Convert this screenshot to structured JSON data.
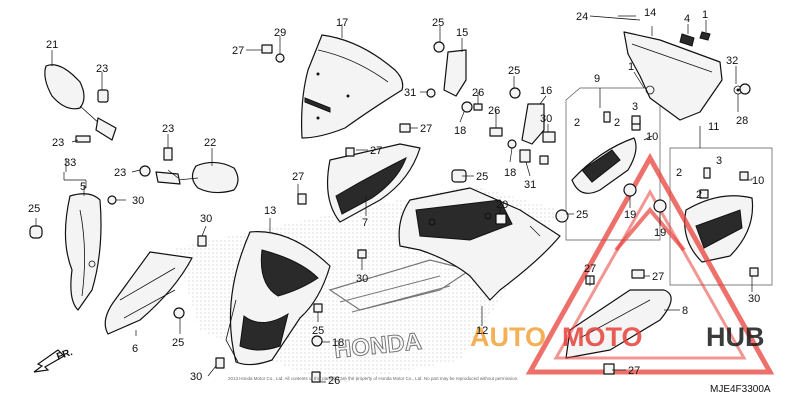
{
  "diagram": {
    "part_code": "MJE4F3300A",
    "front_label": "FR.",
    "copyright_text": "2013 Honda Motor Co., Ltd. All contents of this parts list are the property of Honda Motor Co., Ltd. No part may be reproduced without permission.",
    "watermark": {
      "text_left": "AUTO",
      "text_mid": "MOTO",
      "text_right": "HUB",
      "color_left": "#f2a33a",
      "color_mid": "#e8403a",
      "color_right": "#1a1a1a"
    },
    "brand_mark": "HONDA",
    "callouts": [
      {
        "id": "c1a",
        "label": "1"
      },
      {
        "id": "c1b",
        "label": "1"
      },
      {
        "id": "c2a",
        "label": "2"
      },
      {
        "id": "c2b",
        "label": "2"
      },
      {
        "id": "c2c",
        "label": "2"
      },
      {
        "id": "c2d",
        "label": "2"
      },
      {
        "id": "c3a",
        "label": "3"
      },
      {
        "id": "c3b",
        "label": "3"
      },
      {
        "id": "c4",
        "label": "4"
      },
      {
        "id": "c5",
        "label": "5"
      },
      {
        "id": "c6",
        "label": "6"
      },
      {
        "id": "c7",
        "label": "7"
      },
      {
        "id": "c8",
        "label": "8"
      },
      {
        "id": "c9",
        "label": "9"
      },
      {
        "id": "c10a",
        "label": "10"
      },
      {
        "id": "c10b",
        "label": "10"
      },
      {
        "id": "c11",
        "label": "11"
      },
      {
        "id": "c12",
        "label": "12"
      },
      {
        "id": "c13",
        "label": "13"
      },
      {
        "id": "c14",
        "label": "14"
      },
      {
        "id": "c15",
        "label": "15"
      },
      {
        "id": "c16",
        "label": "16"
      },
      {
        "id": "c17",
        "label": "17"
      },
      {
        "id": "c18a",
        "label": "18"
      },
      {
        "id": "c18b",
        "label": "18"
      },
      {
        "id": "c18c",
        "label": "18"
      },
      {
        "id": "c19a",
        "label": "19"
      },
      {
        "id": "c19b",
        "label": "19"
      },
      {
        "id": "c20",
        "label": "20"
      },
      {
        "id": "c21",
        "label": "21"
      },
      {
        "id": "c22",
        "label": "22"
      },
      {
        "id": "c23a",
        "label": "23"
      },
      {
        "id": "c23b",
        "label": "23"
      },
      {
        "id": "c23c",
        "label": "23"
      },
      {
        "id": "c23d",
        "label": "23"
      },
      {
        "id": "c24",
        "label": "24"
      },
      {
        "id": "c25a",
        "label": "25"
      },
      {
        "id": "c25b",
        "label": "25"
      },
      {
        "id": "c25c",
        "label": "25"
      },
      {
        "id": "c25d",
        "label": "25"
      },
      {
        "id": "c25e",
        "label": "25"
      },
      {
        "id": "c25f",
        "label": "25"
      },
      {
        "id": "c25g",
        "label": "25"
      },
      {
        "id": "c26a",
        "label": "26"
      },
      {
        "id": "c26b",
        "label": "26"
      },
      {
        "id": "c26c",
        "label": "26"
      },
      {
        "id": "c27a",
        "label": "27"
      },
      {
        "id": "c27b",
        "label": "27"
      },
      {
        "id": "c27c",
        "label": "27"
      },
      {
        "id": "c27d",
        "label": "27"
      },
      {
        "id": "c27e",
        "label": "27"
      },
      {
        "id": "c27f",
        "label": "27"
      },
      {
        "id": "c27g",
        "label": "27"
      },
      {
        "id": "c28",
        "label": "28"
      },
      {
        "id": "c29",
        "label": "29"
      },
      {
        "id": "c30a",
        "label": "30"
      },
      {
        "id": "c30b",
        "label": "30"
      },
      {
        "id": "c30c",
        "label": "30"
      },
      {
        "id": "c30d",
        "label": "30"
      },
      {
        "id": "c30e",
        "label": "30"
      },
      {
        "id": "c30f",
        "label": "30"
      },
      {
        "id": "c31a",
        "label": "31"
      },
      {
        "id": "c31b",
        "label": "31"
      },
      {
        "id": "c32",
        "label": "32"
      },
      {
        "id": "c33",
        "label": "33"
      }
    ]
  }
}
